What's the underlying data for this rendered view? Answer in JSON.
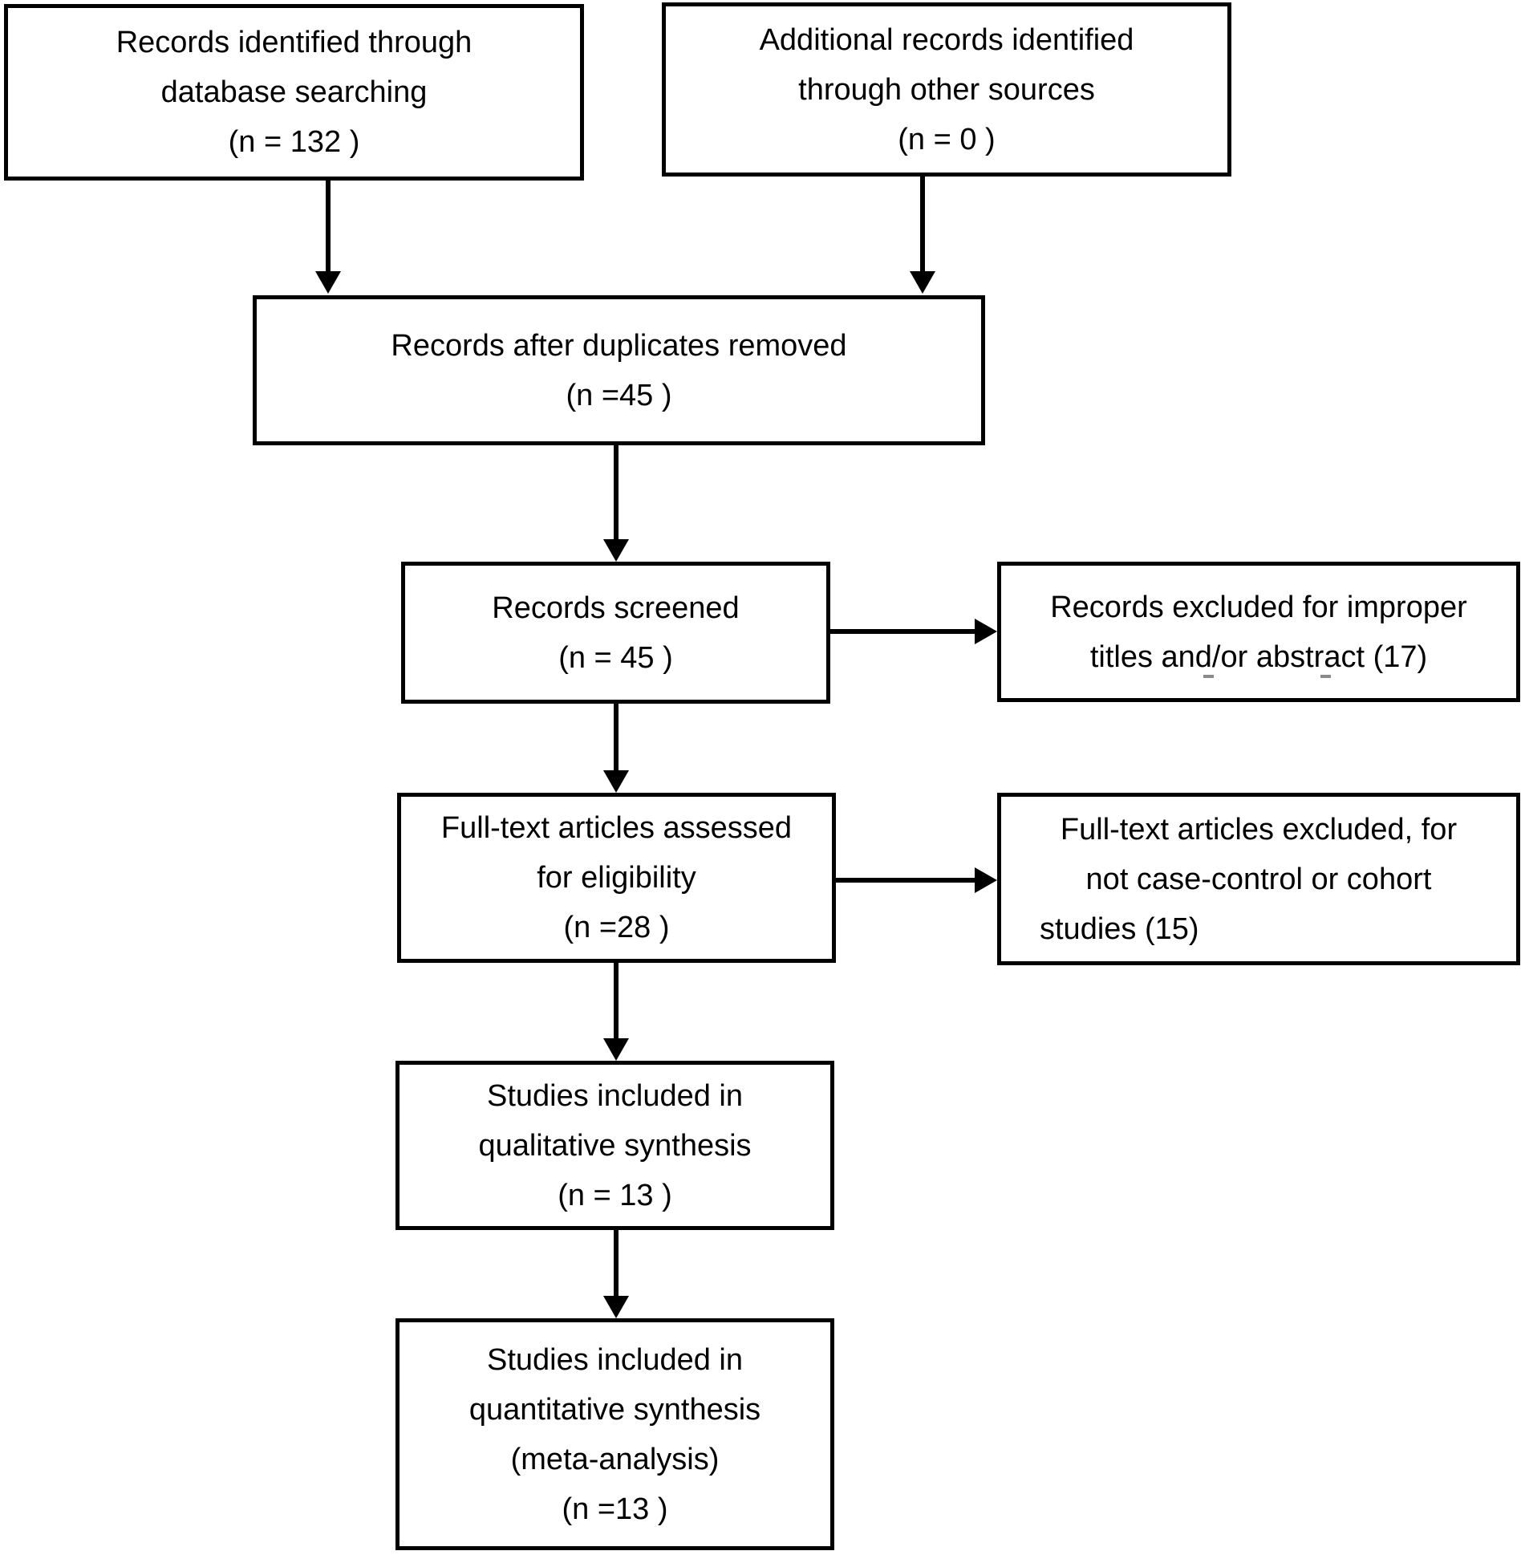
{
  "colors": {
    "box_border": "#000000",
    "box_fill": "#ffffff",
    "text": "#000000",
    "arrow": "#000000",
    "page_background": "#ffffff",
    "artifact_mark": "#8a8a8a"
  },
  "boxes": {
    "identified_db": {
      "lines": [
        "Records identified through",
        "database searching",
        "(n = 132 )"
      ]
    },
    "identified_other": {
      "lines": [
        "Additional records identified",
        "through other sources",
        "(n = 0 )"
      ]
    },
    "after_duplicates": {
      "lines": [
        "Records after duplicates removed",
        "(n =45 )"
      ]
    },
    "screened": {
      "lines": [
        "Records screened",
        "(n = 45 )"
      ]
    },
    "excluded_titles": {
      "lines": [
        "Records excluded for improper",
        "titles and/or abstract (17)"
      ]
    },
    "fulltext_assessed": {
      "lines": [
        "Full-text articles assessed",
        "for eligibility",
        "(n =28 )"
      ]
    },
    "fulltext_excluded": {
      "lines": [
        "Full-text articles excluded, for",
        "not case-control or cohort",
        "studies (15)"
      ]
    },
    "qualitative": {
      "lines": [
        "Studies included in",
        "qualitative synthesis",
        "(n = 13 )"
      ]
    },
    "quantitative": {
      "lines": [
        "Studies included in",
        "quantitative synthesis",
        "(meta-analysis)",
        "(n =13 )"
      ]
    }
  }
}
